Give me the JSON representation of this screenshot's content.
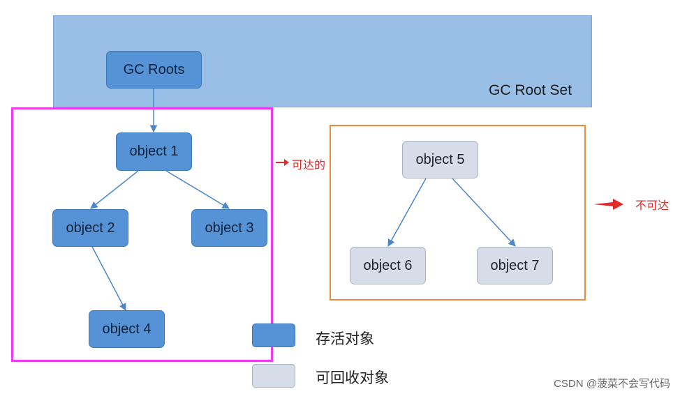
{
  "root_set": {
    "label": "GC Root Set"
  },
  "nodes": {
    "gc_roots": "GC Roots",
    "object1": "object 1",
    "object2": "object 2",
    "object3": "object 3",
    "object4": "object 4",
    "object5": "object 5",
    "object6": "object 6",
    "object7": "object 7"
  },
  "annotations": {
    "reachable": "可达的",
    "unreachable": "不可达"
  },
  "legend": {
    "live": "存活对象",
    "collectable": "可回收对象"
  },
  "colors": {
    "live": "#5593d6",
    "collectable": "#d6dde9",
    "root_set": "#99bfe6",
    "reachable_border": "#ee3bee",
    "unreachable_border": "#ef8a3a",
    "annotation": "#e02b2b"
  },
  "watermark": "CSDN @菠菜不会写代码"
}
